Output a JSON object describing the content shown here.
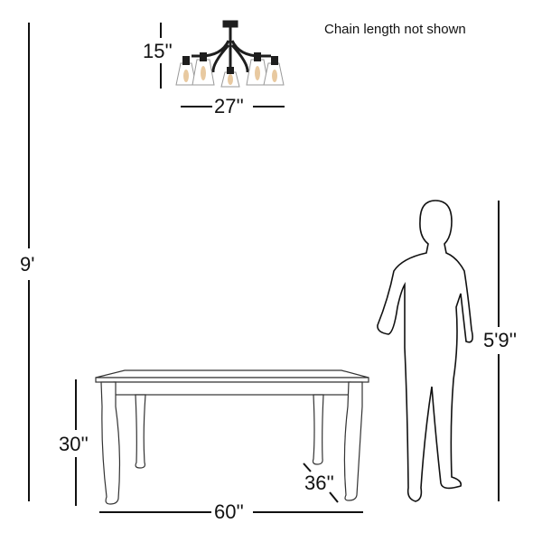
{
  "note": "Chain length not shown",
  "dimensions": {
    "fixture_height": "15''",
    "fixture_width": "27''",
    "ceiling_height": "9'",
    "person_height": "5'9''",
    "table_height": "30''",
    "table_depth": "36''",
    "table_length": "60''"
  },
  "colors": {
    "line": "#111111",
    "fixture": "#1e1e1e",
    "glass": "#c9c9c9",
    "bulb": "#e8c9a0"
  }
}
